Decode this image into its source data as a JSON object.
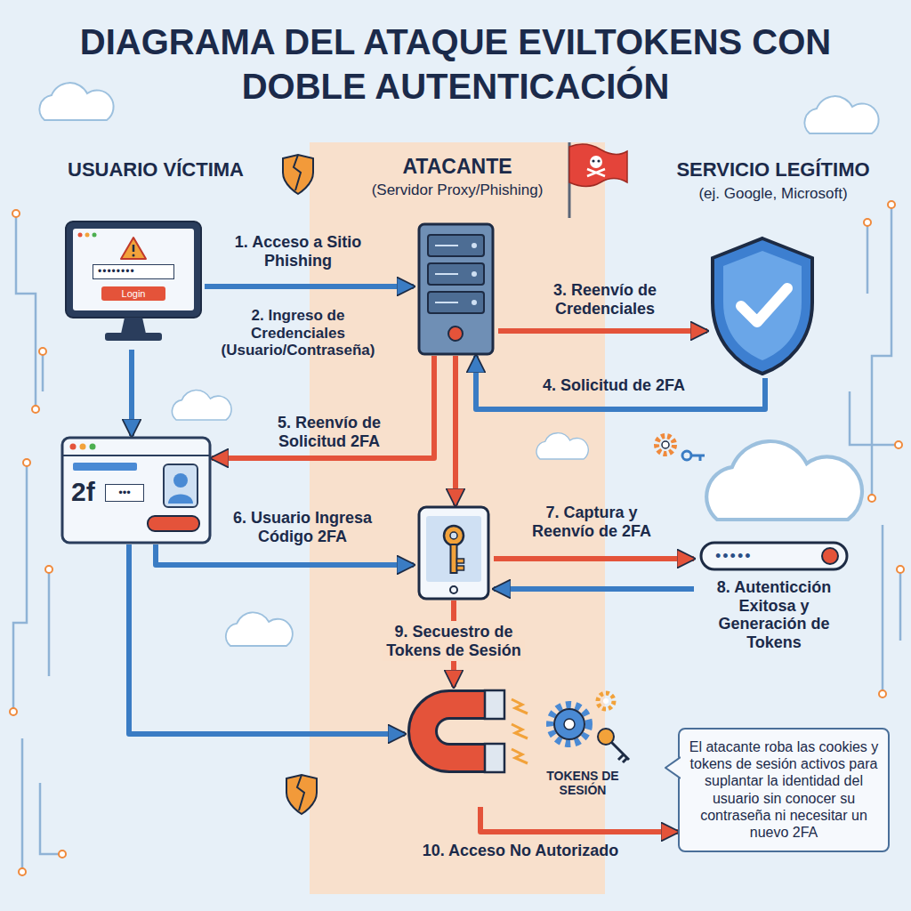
{
  "diagram": {
    "title": "DIAGRAMA DEL ATAQUE EVILTOKENS CON DOBLE AUTENTICACIÓN",
    "nodes": [
      {
        "text": [
          "ATACANTE",
          "(Servidor Proxy/Phishing)"
        ]
      },
      {
        "text": [
          "••••••••",
          "Login"
        ]
      },
      {
        "text": [],
        "in": 0
      },
      {
        "text": []
      },
      {
        "text": [
          "2f",
          "•••"
        ]
      },
      {
        "text": [],
        "in": 0
      },
      {
        "text": [
          "•••••",
          "8. Autenticción Exitosa y Generación de Tokens"
        ]
      },
      {
        "text": [
          "TOKENS DE SESIÓN"
        ],
        "in": 0
      },
      {
        "text": [
          "El atacante roba las cookies y tokens de sesión activos para suplantar la identidad del usuario sin conocer su contraseña ni necesitar un nuevo 2FA"
        ]
      }
    ],
    "edges": [
      {
        "from": 1,
        "to": 2,
        "arrow": "to",
        "label": "1. Acceso a Sitio Phishing"
      },
      {
        "from": 2,
        "to": 3,
        "arrow": "to",
        "label": "3. Reenvío de Credenciales"
      },
      {
        "from": 3,
        "to": 2,
        "arrow": "to",
        "label": "4. Solicitud de 2FA"
      },
      {
        "from": 2,
        "to": 4,
        "arrow": "to",
        "label": "5. Reenvío de Solicitud 2FA"
      },
      {
        "from": 1,
        "to": 4,
        "arrow": "to"
      },
      {
        "from": 4,
        "to": 5,
        "arrow": "to",
        "label": "6. Usuario Ingresa Código 2FA"
      },
      {
        "from": 2,
        "to": 5,
        "arrow": "to"
      },
      {
        "from": 5,
        "to": 6,
        "arrow": "to",
        "label": "7. Captura y Reenvío de 2FA"
      },
      {
        "from": 6,
        "to": 5,
        "arrow": "to"
      },
      {
        "from": 5,
        "to": 7,
        "arrow": "to",
        "label": "9. Secuestro de Tokens de Sesión"
      },
      {
        "from": 4,
        "to": 7,
        "arrow": "to"
      },
      {
        "from": 7,
        "to": 8,
        "arrow": "to",
        "label": "10. Acceso No Autorizado"
      }
    ],
    "labels": [
      "USUARIO VÍCTIMA",
      "SERVICIO LEGÍTIMO",
      "(ej. Google, Microsoft)",
      "2. Ingreso de Credenciales (Usuario/Contraseña)"
    ]
  }
}
